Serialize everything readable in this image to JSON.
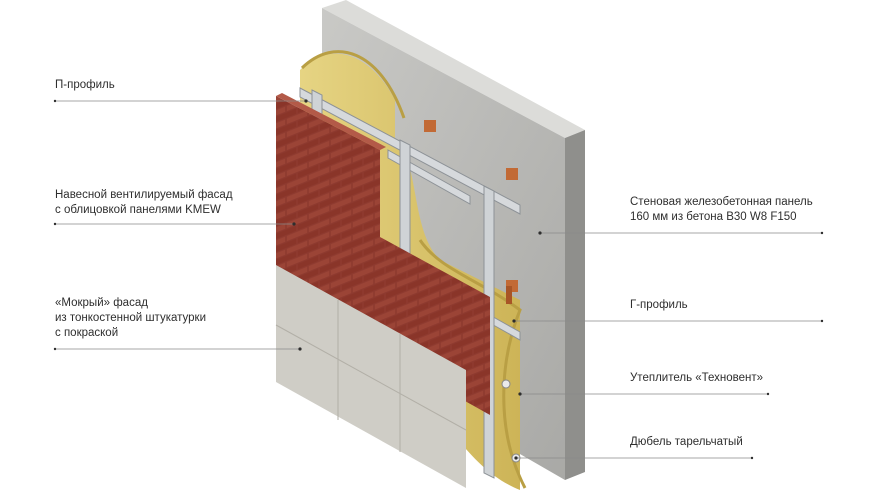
{
  "labels": {
    "p_profile": "П-профиль",
    "hinged_facade": [
      "Навесной вентилируемый фасад",
      "с облицовкой панелями KMEW"
    ],
    "wet_facade": [
      "«Мокрый» фасад",
      "из тонкостенной штукатурки",
      "с покраской"
    ],
    "wall_panel": [
      "Стеновая железобетонная панель",
      "160 мм из бетона B30 W8 F150"
    ],
    "g_profile": "Г-профиль",
    "insulation": "Утеплитель «Техновент»",
    "dowel": "Дюбель тарельчатый"
  },
  "colors": {
    "concrete": "#b9b9b7",
    "insulation": "#d9c46f",
    "brick": "#8e3a2f",
    "plaster": "#cfcdc6",
    "profile": "#c8ccd0",
    "bracket": "#c26a35",
    "leader": "#8a8a8a",
    "text": "#2e2e2e"
  }
}
